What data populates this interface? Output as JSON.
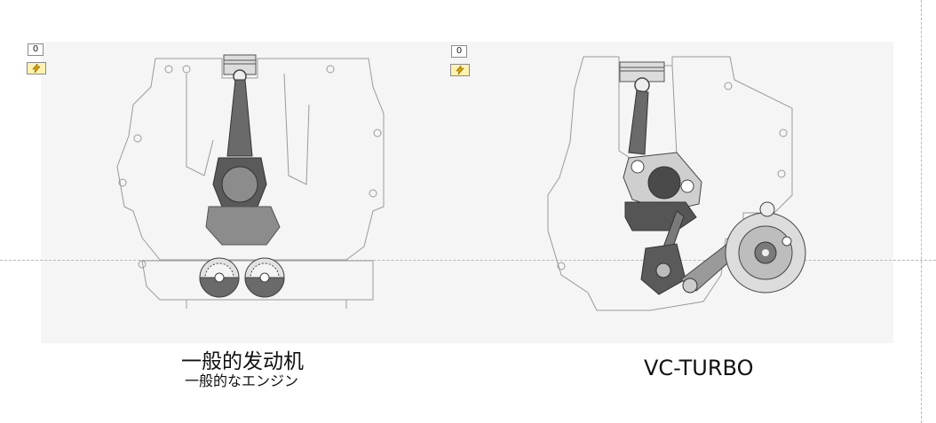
{
  "canvas": {
    "left_panel": {
      "counter_value": "0",
      "action_icon": "lightning-icon",
      "caption_title": "一般的发动机",
      "caption_subtitle": "一般的なエンジン"
    },
    "right_panel": {
      "counter_value": "0",
      "action_icon": "lightning-icon",
      "caption_title": "VC-TURBO"
    }
  },
  "colors": {
    "stage_background": "#f5f5f5",
    "outline": "#9a9a9a",
    "part_dark": "#5a5a5a",
    "part_mid": "#8c8c8c",
    "button_bolt_bg": "#fff2b0"
  }
}
